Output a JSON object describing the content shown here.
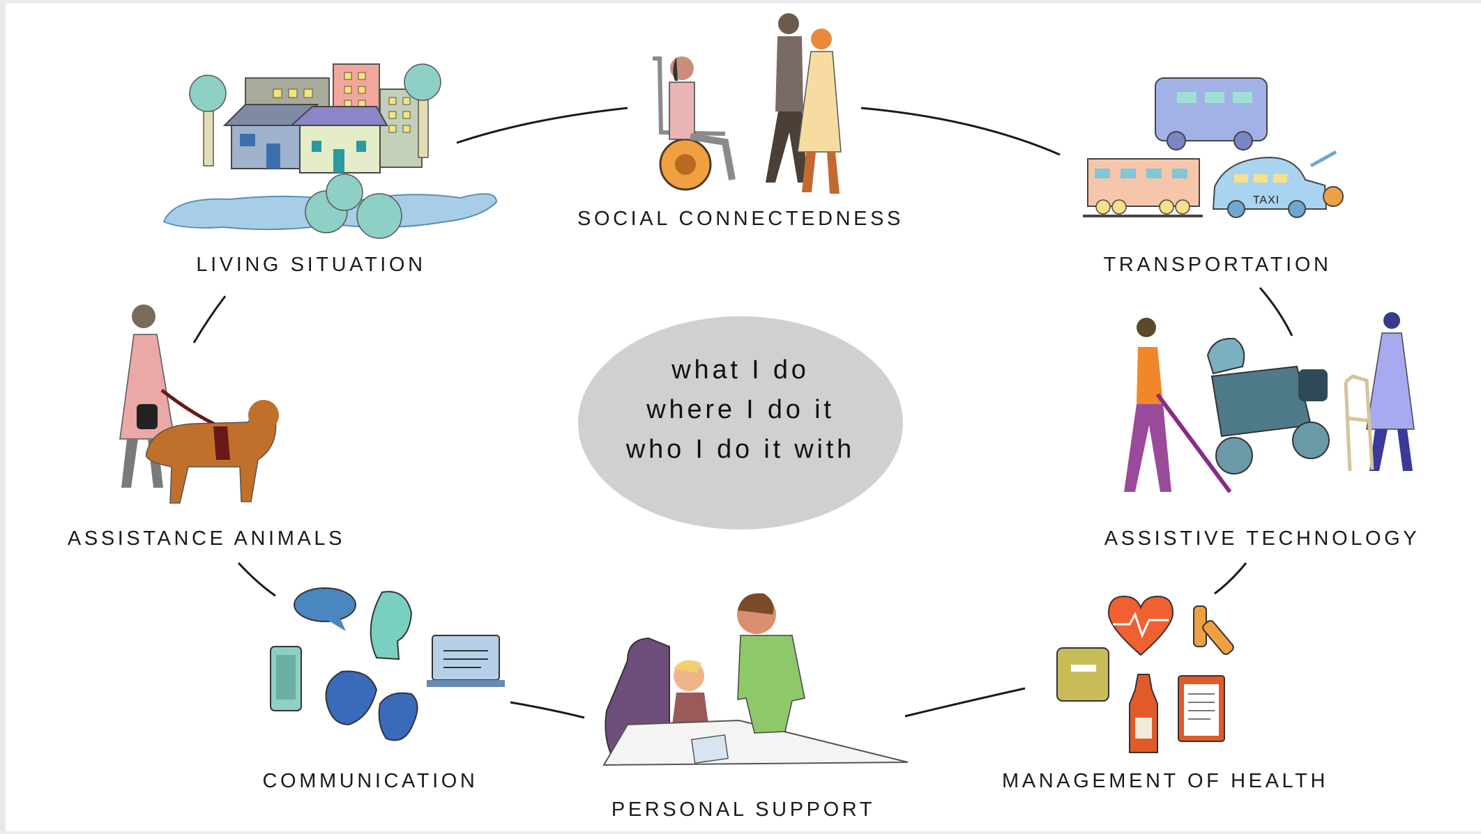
{
  "center": {
    "lines": [
      "what I do",
      "where I do it",
      "who I do it with"
    ],
    "fill": "#d0d0d0"
  },
  "labels": {
    "social_connectedness": "SOCIAL CONNECTEDNESS",
    "living_situation": "LIVING SITUATION",
    "transportation": "TRANSPORTATION",
    "assistance_animals": "ASSISTANCE ANIMALS",
    "assistive_technology": "ASSISTIVE TECHNOLOGY",
    "communication": "COMMUNICATION",
    "personal_support": "PERSONAL SUPPORT",
    "management_of_health": "MANAGEMENT OF HEALTH"
  },
  "illustrations": {
    "social_connectedness": "people-with-wheelchair-illustration",
    "living_situation": "houses-trees-river-illustration",
    "transportation": "bus-train-taxi-illustration",
    "assistance_animals": "person-with-guide-dog-illustration",
    "assistive_technology": "cane-scooter-walker-illustration",
    "communication": "speech-sign-device-illustration",
    "personal_support": "helper-with-child-drawing-illustration",
    "management_of_health": "heart-medicine-clipboard-illustration",
    "taxi_sign": "TAXI"
  }
}
